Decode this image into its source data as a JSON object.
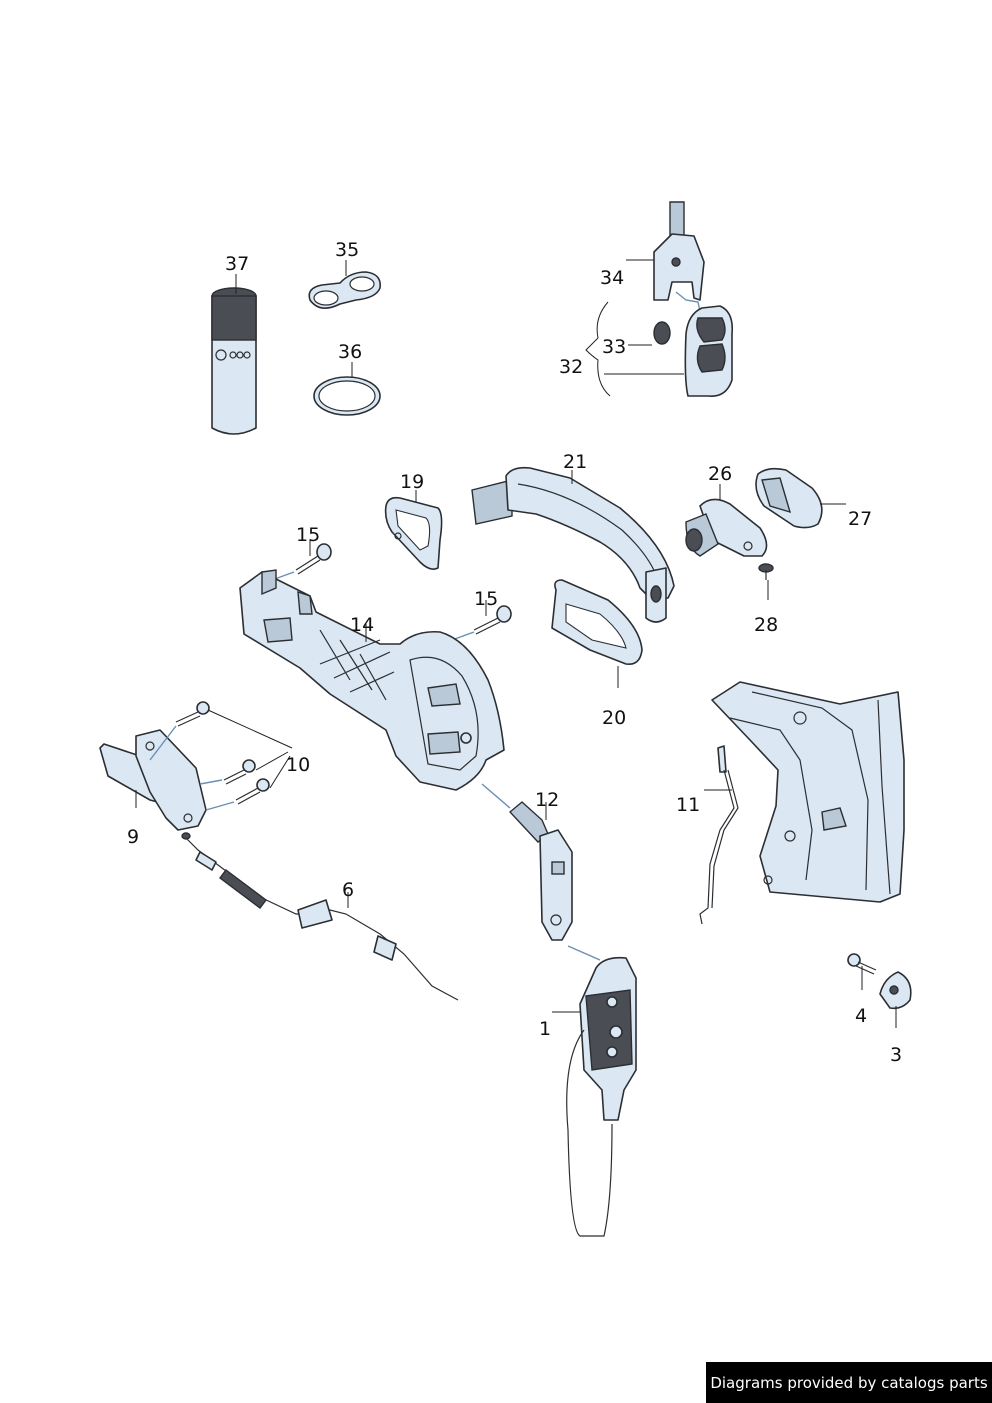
{
  "diagram": {
    "callouts": {
      "p1": "1",
      "p3": "3",
      "p4": "4",
      "p6": "6",
      "p9": "9",
      "p10": "10",
      "p11": "11",
      "p12": "12",
      "p14": "14",
      "p15": "15",
      "p19": "19",
      "p20": "20",
      "p21": "21",
      "p26": "26",
      "p27": "27",
      "p28": "28",
      "p32": "32",
      "p33": "33",
      "p34": "34",
      "p35": "35",
      "p36": "36",
      "p37": "37"
    }
  },
  "footer": {
    "text": "Diagrams provided by catalogs parts"
  },
  "colors": {
    "part_fill": "#dbe7f2",
    "outline": "#2b2f33",
    "accent_line": "#6a8fb5",
    "footer_bg": "#000000"
  }
}
